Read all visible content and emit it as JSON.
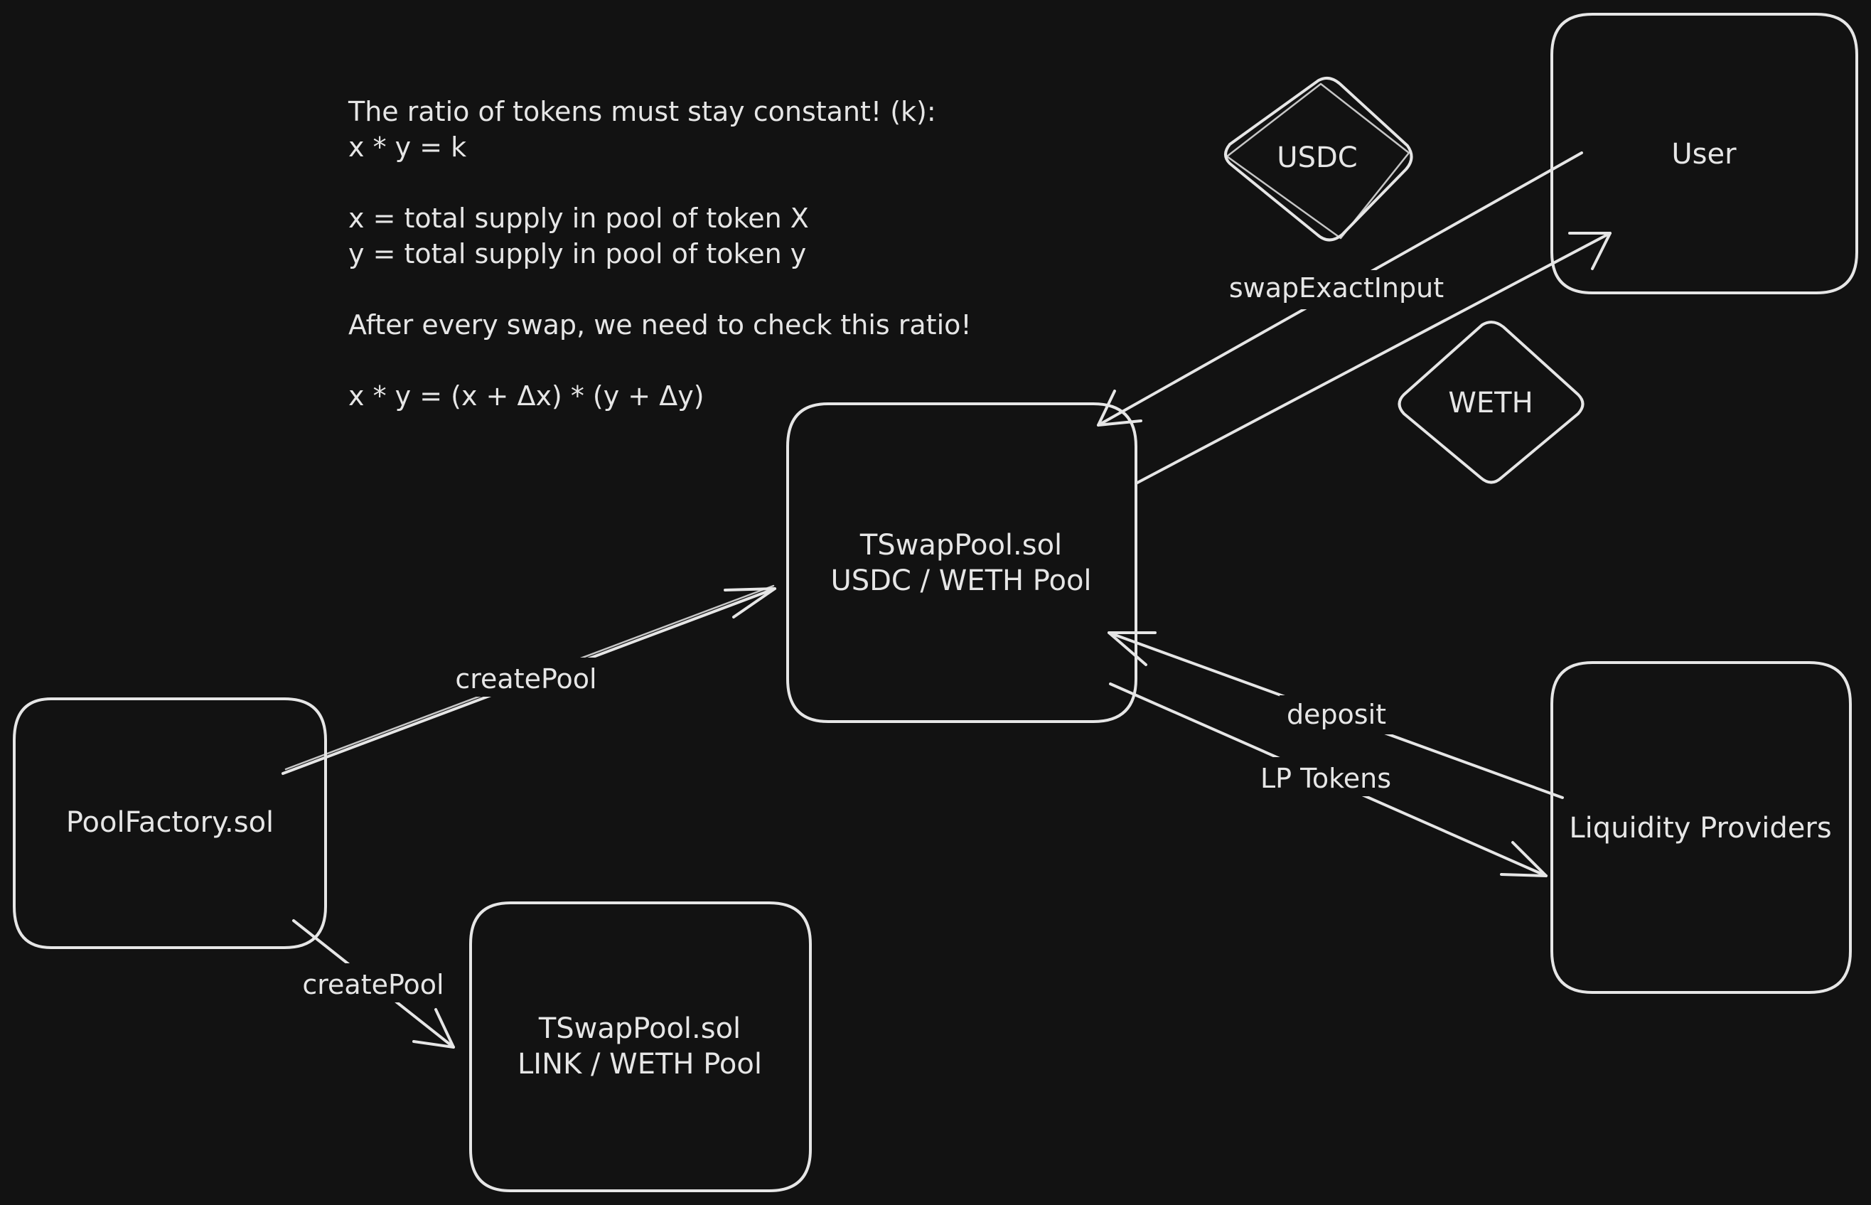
{
  "note": {
    "lines": [
      "The ratio of tokens must stay constant! (k):",
      "x * y = k",
      "x = total supply in pool of token X",
      "y = total supply in pool of token y",
      "After every swap, we need to check this ratio!",
      "x * y = (x + Δx) * (y + Δy)"
    ]
  },
  "boxes": {
    "usdc_weth_pool": {
      "line1": "TSwapPool.sol",
      "line2": "USDC / WETH Pool"
    },
    "link_weth_pool": {
      "line1": "TSwapPool.sol",
      "line2": "LINK / WETH Pool"
    },
    "pool_factory": {
      "label": "PoolFactory.sol"
    },
    "user": {
      "label": "User"
    },
    "liquidity_providers": {
      "label": "Liquidity Providers"
    }
  },
  "tokens": {
    "usdc": "USDC",
    "weth": "WETH"
  },
  "edges": {
    "create_pool_1": "createPool",
    "create_pool_2": "createPool",
    "swap": "swapExactInput",
    "deposit": "deposit",
    "lp_tokens": "LP Tokens"
  }
}
